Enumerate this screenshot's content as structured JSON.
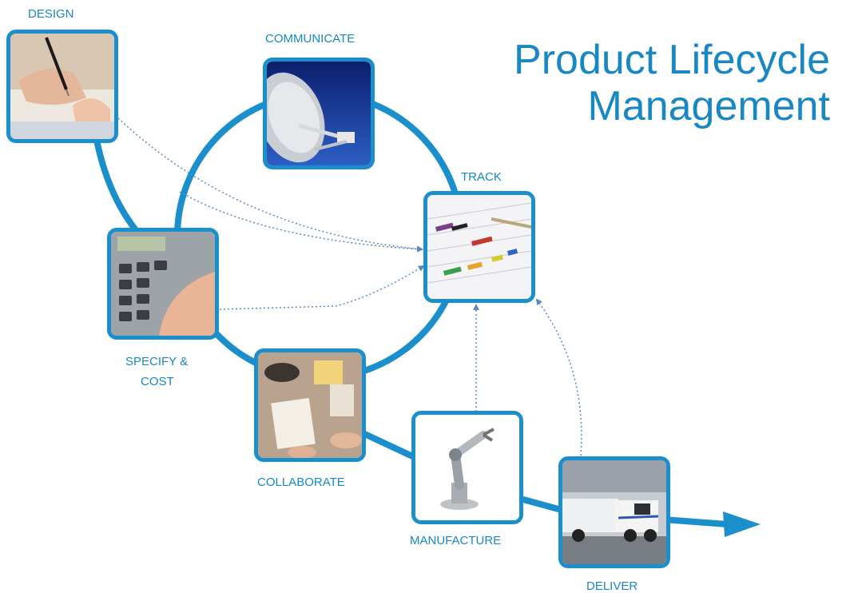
{
  "title": {
    "line1": "Product Lifecycle",
    "line2": "Management"
  },
  "stages": {
    "design": "DESIGN",
    "communicate": "COMMUNICATE",
    "track": "TRACK",
    "specify_line1": "SPECIFY &",
    "specify_line2": "COST",
    "collaborate": "COLLABORATE",
    "manufacture": "MANUFACTURE",
    "deliver": "DELIVER"
  },
  "colors": {
    "accent": "#1887c3",
    "line": "#1a8fcc",
    "dotted": "#5b88c0"
  }
}
